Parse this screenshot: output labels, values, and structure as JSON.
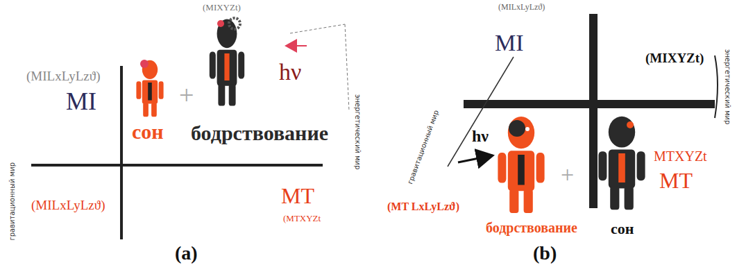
{
  "diagram": {
    "labels": [
      "(MILxLyLzϑ)",
      "MI",
      "(MIXYZt)",
      "сон",
      "+",
      "бодрствование",
      "hν",
      "гравитационный мир",
      "энергетический мир",
      "(MILxLyLzϑ)",
      "MT",
      "(MTXYZt",
      "(a)",
      "(MILxLyLzϑ)",
      "MI",
      "(MIXYZt)",
      "гравитационный мир",
      "энергетический мир",
      "hν",
      "+",
      "MTXYZt",
      "MT",
      "(MT LxLyLzϑ)",
      "бодрствование",
      "сон",
      "(b)"
    ]
  }
}
